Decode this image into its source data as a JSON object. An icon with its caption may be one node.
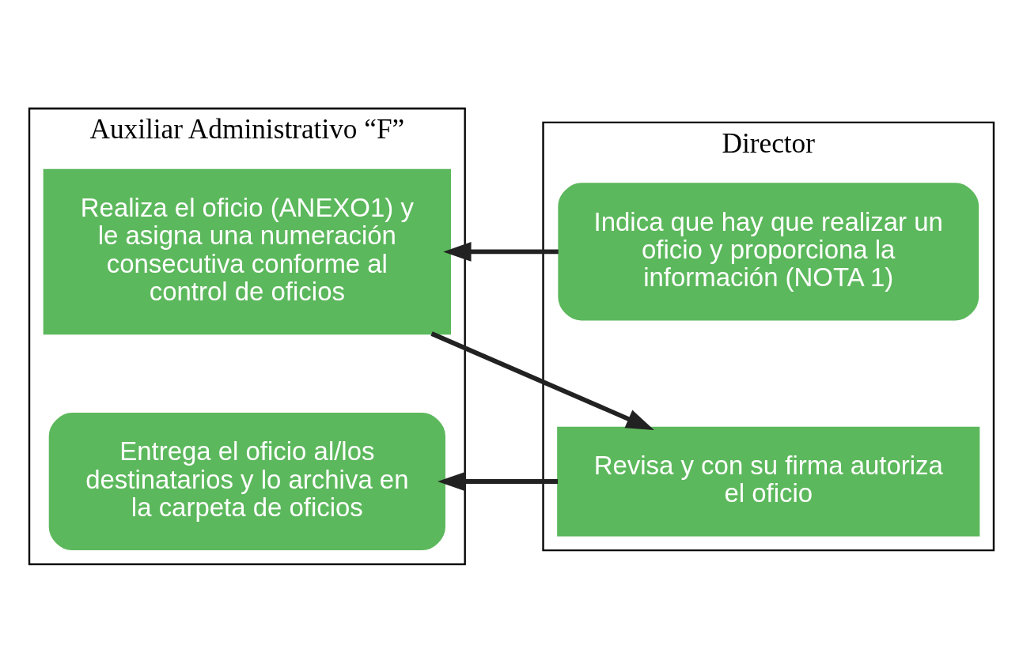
{
  "diagram": {
    "nodes": [
      {
        "text": [
          "Auxiliar Administrativo “F”"
        ]
      },
      {
        "text": [
          "Director"
        ]
      },
      {
        "text": [
          "Realiza el oficio (ANEXO1) y le asigna una numeración consecutiva conforme al control de oficios"
        ],
        "in": 0
      },
      {
        "text": [
          "Indica que hay que realizar un oficio y proporciona la información (NOTA 1)"
        ],
        "in": 1
      },
      {
        "text": [
          "Revisa y con su firma autoriza el oficio"
        ],
        "in": 1
      },
      {
        "text": [
          "Entrega el oficio al/los destinatarios y lo archiva en la carpeta de oficios"
        ],
        "in": 0
      }
    ],
    "edges": [
      {
        "from": 3,
        "to": 2,
        "arrow": "to"
      },
      {
        "from": 2,
        "to": 4,
        "arrow": "to"
      },
      {
        "from": 4,
        "to": 5,
        "arrow": "to"
      }
    ]
  }
}
